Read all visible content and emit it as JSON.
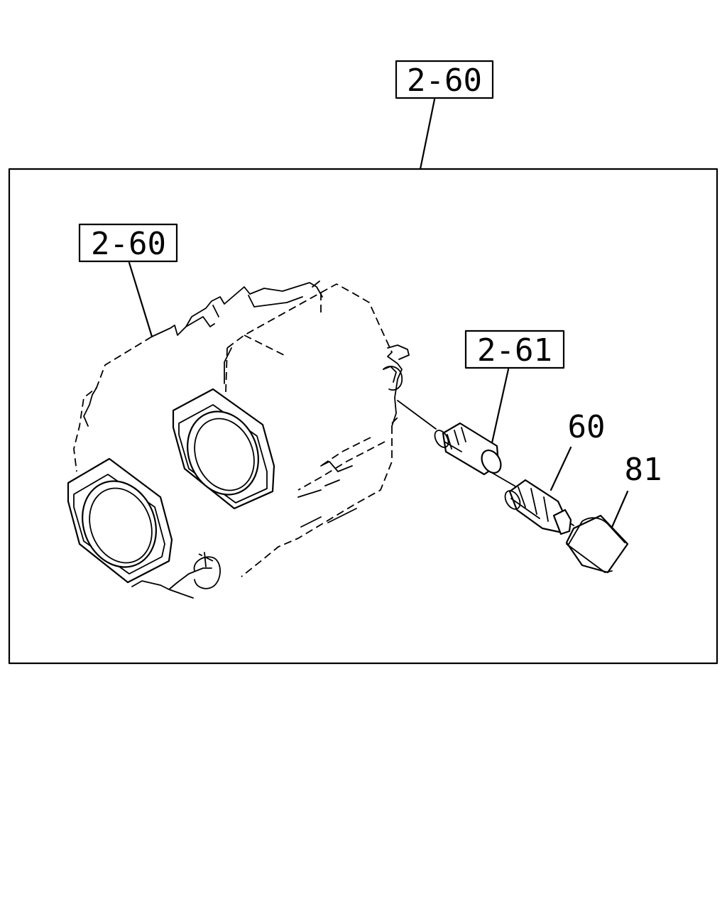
{
  "callouts": {
    "top_ref": "2-60",
    "housing_ref": "2-60",
    "gear_ref": "2-61",
    "part_60": "60",
    "part_81": "81"
  }
}
